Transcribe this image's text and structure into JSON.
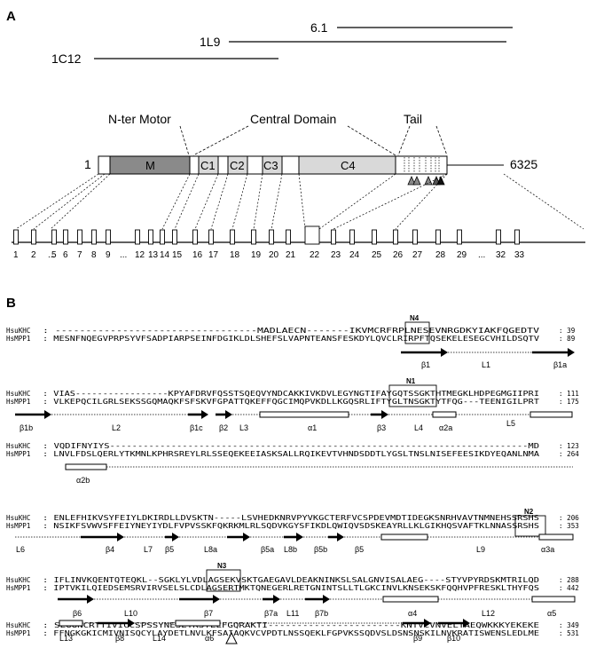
{
  "panels": {
    "a": "A",
    "b": "B"
  },
  "clones": [
    {
      "label": "6.1"
    },
    {
      "label": "1L9"
    },
    {
      "label": "1C12"
    }
  ],
  "regions": {
    "motor": "N-ter Motor",
    "central": "Central Domain",
    "tail": "Tail"
  },
  "protein": {
    "start": "1",
    "end": "6325",
    "domains": [
      "M",
      "C1",
      "C2",
      "C3",
      "C4"
    ]
  },
  "exons": [
    "1",
    "2",
    "...",
    "5",
    "6",
    "7",
    "8",
    "9",
    "...",
    "12",
    "13",
    "14",
    "15",
    "16",
    "17",
    "18",
    "19",
    "20",
    "21",
    "22",
    "23",
    "24",
    "25",
    "26",
    "27",
    "28",
    "29",
    "...",
    "32",
    "33"
  ],
  "motifs": [
    "N4",
    "N1",
    "N2",
    "N3"
  ],
  "blocks": [
    {
      "khc": {
        "name": "HsuKHC",
        "seq": ":  ---------------------------------MADLAECN-------IKVMCRFRPLNESEVNRGDKYIAKFQGEDTV",
        "num": ": 39"
      },
      "mpp": {
        "name": "HsMPP1",
        "seq": ":  MESNFNQEGVPRPSYVFSADPIARPSEINFDGIKLDLSHEFSLVAPNTEANSFESKDYLQVCLRIRPFTQSEKELESEGCVHILDSQTV",
        "num": ": 89"
      },
      "ss": [
        "β1",
        "L1",
        "β1a"
      ]
    },
    {
      "khc": {
        "name": "HsuKHC",
        "seq": ":  VIAS-----------------KPYAFDRVFQSSTSQEQVYNDCAKKIVKDVLEGYNGTIFAYGQTSSGKTHTMEGKLHDPEGMGIIPRI",
        "num": ": 111"
      },
      "mpp": {
        "name": "HsMPP1",
        "seq": ":  VLKEPQCILGRLSEKSSGQMAQKFSFSKVFGPATTQKEFFQGCIMQPVKDLLKGQSRLIFTYGLTNSGKTYTFQG---TEENIGILPRT",
        "num": ": 175"
      },
      "ss": [
        "β1b",
        "L2",
        "β1c",
        "β2",
        "L3",
        "α1",
        "β3",
        "L4",
        "α2a",
        "L5"
      ]
    },
    {
      "khc": {
        "name": "HsuKHC",
        "seq": ":  VQDIFNYIYS---------------------------------------------------------------------------MD",
        "num": ": 123"
      },
      "mpp": {
        "name": "HsMPP1",
        "seq": ":  LNVLFDSLQERLYTKMNLKPHRSREYLRLSSEQEKEEIASKSALLRQIKEVTVHNDSDDTLYGSLTNSLNISEFEESIKDYEQANLNMA",
        "num": ": 264"
      },
      "ss": [
        "α2b"
      ]
    },
    {
      "khc": {
        "name": "HsuKHC",
        "seq": ":  ENLEFHIKVSYFEIYLDKIRDLLDVSKTN-----LSVHEDKNRVPYVKGCTERFVCSPDEVMDTIDEGKSNRHVAVTNMNEHSSRSHS",
        "num": ": 206"
      },
      "mpp": {
        "name": "HsMPP1",
        "seq": ":  NSIKFSVWVSFFEIYNEYIYDLFVPVSSKFQKRKMLRLSQDVKGYSFIKDLQWIQVSDSKEAYRLLKLGIKHQSVAFTKLNNASSRSHS",
        "num": ": 353"
      },
      "ss": [
        "L6",
        "β4",
        "L7",
        "β5",
        "L8a",
        "β5a",
        "L8b",
        "β5b",
        "β5",
        "L9",
        "α3a"
      ]
    },
    {
      "khc": {
        "name": "HsuKHC",
        "seq": ":  IFLINVKQENTQTEQKL--SGKLYLVDLAGSEKVSKTGAEGAVLDEAKNINKSLSALGNVISALAEG----STYVPYRDSKMTRILQD",
        "num": ": 288"
      },
      "mpp": {
        "name": "HsMPP1",
        "seq": ":  IPTVKILQIEDSEMSRVIRVSELSLCDLAGSERTMKTQNEGERLRETGNINTSLLTLGKCINVLKNSEKSKFQQHVPFRESKLTHYFQS",
        "num": ": 442"
      },
      "ss": [
        "β6",
        "L10",
        "β7",
        "β7a",
        "L11",
        "β7b",
        "α4",
        "L12",
        "α5"
      ]
    },
    {
      "khc": {
        "name": "HsuKHC",
        "seq": ":  SLGGNCRTTIVICCSPSSYNESETKSTLLFGQRAKTI-----------------------KNTVCVNVELTAEQWKKKYEKEKE",
        "num": ": 349"
      },
      "mpp": {
        "name": "HsMPP1",
        "seq": ":  FFNGKGKICMIVNISQCYLAYDETLNVLKFSAIAQKVCVPDTLNSSQEKLFGPVKSSQDVSLDSNSNSKILNVKRATISWENSLEDLME",
        "num": ": 531"
      },
      "ss": [
        "L13",
        "β8",
        "L14",
        "α6",
        "β9",
        "β10"
      ]
    }
  ]
}
